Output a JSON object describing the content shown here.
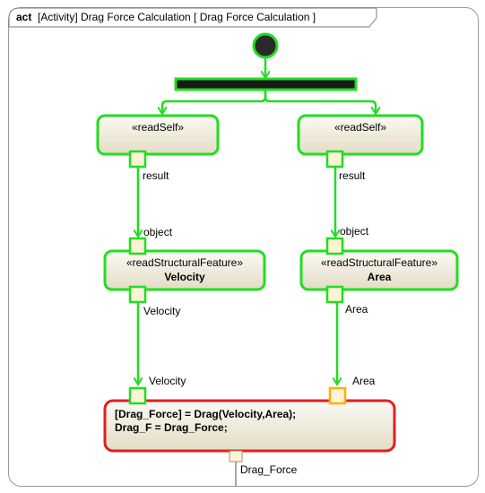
{
  "frame": {
    "keyword": "act",
    "title": "[Activity] Drag Force Calculation [ Drag Force Calculation ]"
  },
  "actions": {
    "read_self_left": {
      "stereotype": "«readSelf»",
      "output_pin": "result"
    },
    "read_self_right": {
      "stereotype": "«readSelf»",
      "output_pin": "result"
    },
    "velocity": {
      "stereotype": "«readStructuralFeature»",
      "name": "Velocity",
      "input_pin": "object",
      "output_pin": "Velocity"
    },
    "area": {
      "stereotype": "«readStructuralFeature»",
      "name": "Area",
      "input_pin": "object",
      "output_pin": "Area"
    },
    "drag": {
      "line1": "[Drag_Force] = Drag(Velocity,Area);",
      "line2": "Drag_F = Drag_Force;",
      "input_pin_left": "Velocity",
      "input_pin_right": "Area",
      "output_pin": "Drag_Force"
    }
  },
  "colors": {
    "highlight": "#22dd22",
    "error": "#e02020",
    "warning": "#ffb000",
    "node_fill": "#efebdd",
    "pin_fill": "#fff3d6"
  }
}
